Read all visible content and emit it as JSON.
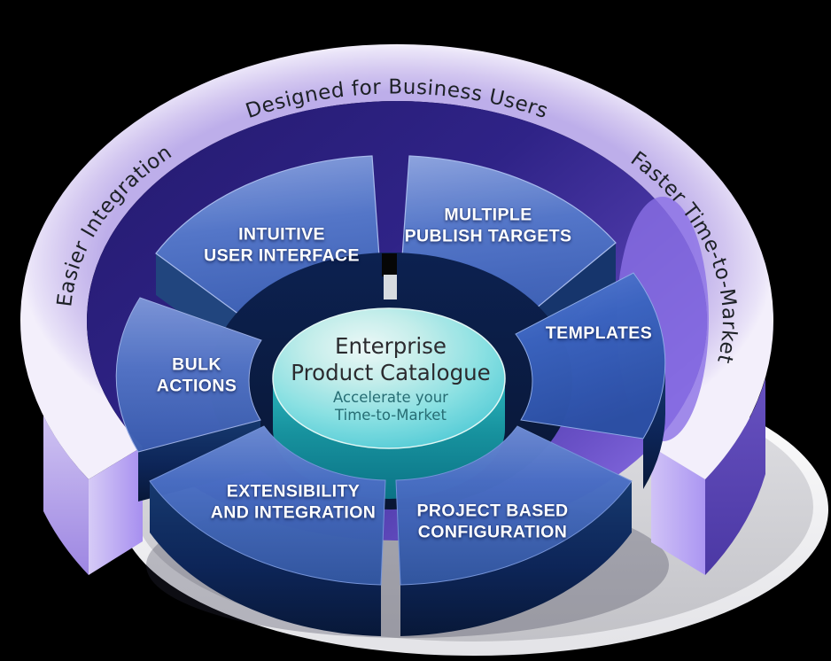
{
  "diagram": {
    "ring": {
      "top_label": "Designed for Business Users",
      "left_label": "Easier Integration",
      "right_label": "Faster Time-to-Market"
    },
    "center": {
      "title_line1": "Enterprise",
      "title_line2": "Product Catalogue",
      "subtitle_line1": "Accelerate your",
      "subtitle_line2": "Time-to-Market"
    },
    "segments": [
      {
        "id": "intuitive-user-interface",
        "line1": "INTUITIVE",
        "line2": "USER INTERFACE"
      },
      {
        "id": "multiple-publish-targets",
        "line1": "MULTIPLE",
        "line2": "PUBLISH TARGETS"
      },
      {
        "id": "templates",
        "line1": "TEMPLATES",
        "line2": ""
      },
      {
        "id": "bulk-actions",
        "line1": "BULK",
        "line2": "ACTIONS"
      },
      {
        "id": "extensibility-and-integration",
        "line1": "EXTENSIBILITY",
        "line2": "AND INTEGRATION"
      },
      {
        "id": "project-based-configuration",
        "line1": "PROJECT BASED",
        "line2": "CONFIGURATION"
      }
    ],
    "colors": {
      "background": "#000000",
      "ring_band_light": "#efeaf9",
      "ring_band_dark": "#bfb0ea",
      "ring_pillar_light": "#d3c7f4",
      "ring_pillar_purple": "#5c47b6",
      "bowl_dark_indigo": "#241a6e",
      "bowl_light_violet": "#8b71e6",
      "segment_blue": "#4568bc",
      "segment_navy_front": "#0d2558",
      "teal_top": "#8ce4e6",
      "teal_side": "#17929e",
      "base_gray": "#d4d4d8",
      "label_text": "#ffffff",
      "ring_text": "#1d2126",
      "center_title_text": "#2b2b2f",
      "center_subtitle_text": "#276d74"
    }
  }
}
